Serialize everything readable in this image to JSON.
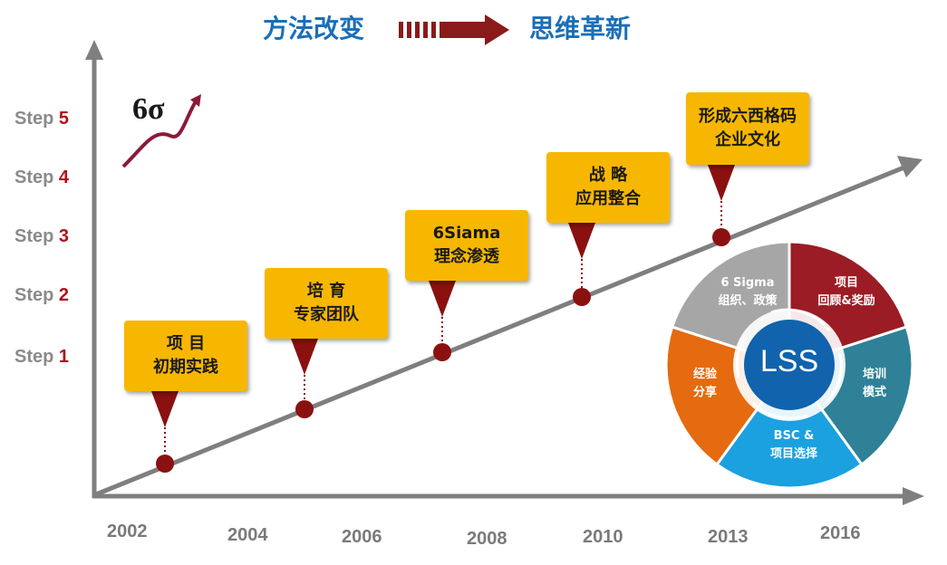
{
  "header": {
    "left_text": "方法改变",
    "right_text": "思维革新"
  },
  "steps": [
    {
      "word": "Step",
      "num": "5"
    },
    {
      "word": "Step",
      "num": "4"
    },
    {
      "word": "Step",
      "num": "3"
    },
    {
      "word": "Step",
      "num": "2"
    },
    {
      "word": "Step",
      "num": "1"
    }
  ],
  "years": [
    "2002",
    "2004",
    "2006",
    "2008",
    "2010",
    "2013",
    "2016"
  ],
  "logo": {
    "text": "6σ"
  },
  "milestones": [
    {
      "line1": "项  目",
      "line2": "初期实践"
    },
    {
      "line1": "培  育",
      "line2": "专家团队"
    },
    {
      "line1": "6Siama",
      "line2": "理念渗透"
    },
    {
      "line1": "战  略",
      "line2": "应用整合"
    },
    {
      "line1": "形成六西格码",
      "line2": "企业文化"
    }
  ],
  "wheel": {
    "center": "LSS",
    "segments": [
      {
        "line1": "项目",
        "line2": "回顾&奖励",
        "color": "#9b1c24"
      },
      {
        "line1": "培训",
        "line2": "模式",
        "color": "#2e8197"
      },
      {
        "line1": "BSC &",
        "line2": "项目选择",
        "color": "#1ba0e0"
      },
      {
        "line1": "经验",
        "line2": "分享",
        "color": "#e56a10"
      },
      {
        "line1": "6 Sigma",
        "line2": "组织、政策",
        "color": "#a6a6a6"
      }
    ],
    "center_color": "#1163ad"
  },
  "colors": {
    "title_blue": "#1a6fb8",
    "arrow_red": "#8b1a1a",
    "milestone_fill": "#f7b700",
    "pin_red": "#8b1111",
    "axis_gray": "#7f7f7f"
  }
}
